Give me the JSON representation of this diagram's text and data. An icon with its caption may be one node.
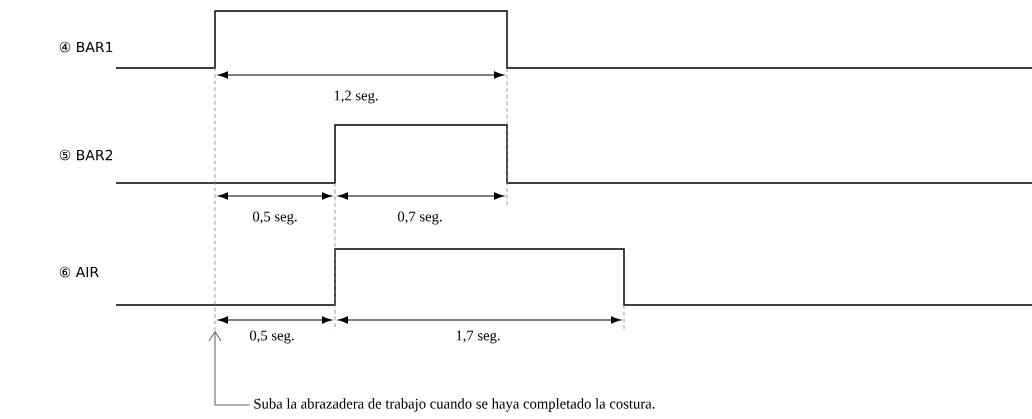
{
  "diagram": {
    "nodes": [
      {
        "text": [
          "Suba la abrazadera de trabajo cuando se haya completado la costura."
        ]
      },
      {
        "text": [],
        "shape": "line"
      }
    ],
    "edges": [
      {
        "from": 0,
        "to": 1,
        "arrow": "to"
      }
    ],
    "labels": [
      "④ BAR1",
      "1,2 seg.",
      "⑤ BAR2",
      "0,5 seg.",
      "0,7 seg.",
      "⑥ AIR",
      "0,5 seg.",
      "1,7 seg."
    ]
  }
}
